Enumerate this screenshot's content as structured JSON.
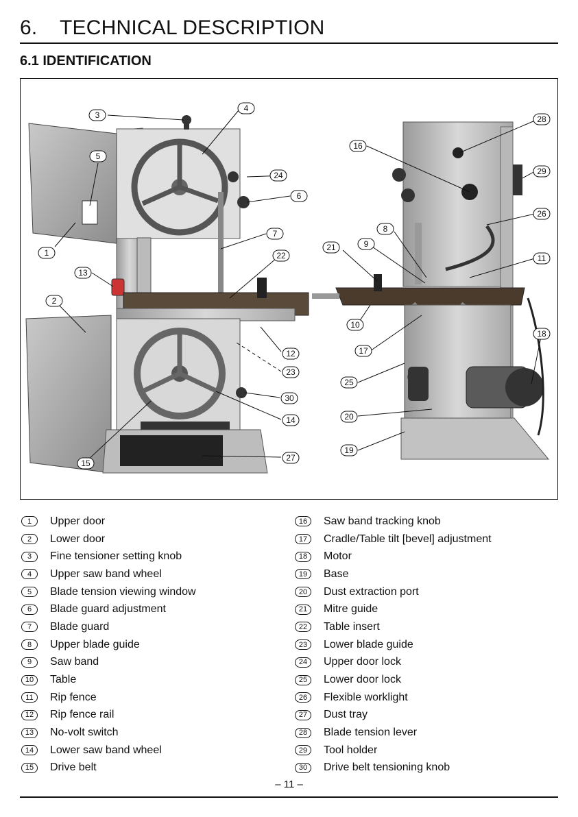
{
  "header": {
    "section_number": "6.",
    "section_title": "TECHNICAL DESCRIPTION",
    "subsection_title": "6.1 IDENTIFICATION"
  },
  "callouts": [
    "1",
    "2",
    "3",
    "4",
    "5",
    "6",
    "7",
    "8",
    "9",
    "10",
    "11",
    "12",
    "13",
    "14",
    "15",
    "16",
    "17",
    "18",
    "19",
    "20",
    "21",
    "22",
    "23",
    "24",
    "25",
    "26",
    "27",
    "28",
    "29",
    "30"
  ],
  "legend_left": [
    {
      "num": "1",
      "label": "Upper door"
    },
    {
      "num": "2",
      "label": "Lower door"
    },
    {
      "num": "3",
      "label": "Fine tensioner setting knob"
    },
    {
      "num": "4",
      "label": "Upper saw band wheel"
    },
    {
      "num": "5",
      "label": "Blade tension viewing window"
    },
    {
      "num": "6",
      "label": "Blade guard adjustment"
    },
    {
      "num": "7",
      "label": "Blade guard"
    },
    {
      "num": "8",
      "label": "Upper blade guide"
    },
    {
      "num": "9",
      "label": "Saw band"
    },
    {
      "num": "10",
      "label": "Table"
    },
    {
      "num": "11",
      "label": "Rip fence"
    },
    {
      "num": "12",
      "label": "Rip fence rail"
    },
    {
      "num": "13",
      "label": "No-volt switch"
    },
    {
      "num": "14",
      "label": "Lower saw band wheel"
    },
    {
      "num": "15",
      "label": "Drive belt"
    }
  ],
  "legend_right": [
    {
      "num": "16",
      "label": "Saw band tracking knob"
    },
    {
      "num": "17",
      "label": "Cradle/Table tilt [bevel] adjustment"
    },
    {
      "num": "18",
      "label": "Motor"
    },
    {
      "num": "19",
      "label": "Base"
    },
    {
      "num": "20",
      "label": "Dust extraction port"
    },
    {
      "num": "21",
      "label": "Mitre guide"
    },
    {
      "num": "22",
      "label": "Table insert"
    },
    {
      "num": "23",
      "label": "Lower blade guide"
    },
    {
      "num": "24",
      "label": "Upper door lock"
    },
    {
      "num": "25",
      "label": "Lower door lock"
    },
    {
      "num": "26",
      "label": "Flexible worklight"
    },
    {
      "num": "27",
      "label": "Dust tray"
    },
    {
      "num": "28",
      "label": "Blade tension lever"
    },
    {
      "num": "29",
      "label": "Tool holder"
    },
    {
      "num": "30",
      "label": "Drive belt tensioning knob"
    }
  ],
  "footer": {
    "page_number": "– 11 –"
  }
}
